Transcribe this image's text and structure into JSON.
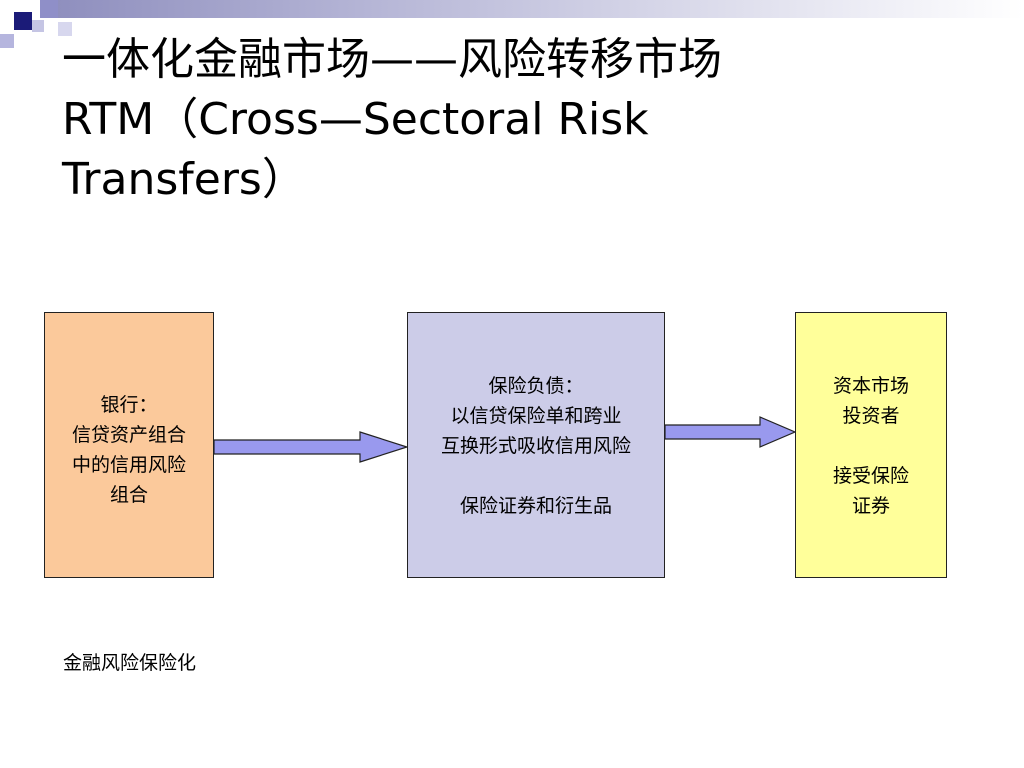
{
  "slide": {
    "title_line1": "一体化金融市场——风险转移市场",
    "title_line2": "RTM（Cross—Sectoral Risk",
    "title_line3": "Transfers）"
  },
  "diagram": {
    "bank_box": {
      "lines": [
        "银行：",
        "信贷资产组合",
        "中的信用风险",
        "组合"
      ],
      "color": "#FBC99B"
    },
    "insurance_box": {
      "lines": [
        "保险负债：",
        "以信贷保险单和跨业",
        "互换形式吸收信用风险"
      ],
      "extra": "保险证券和衍生品",
      "color": "#CCCCE8"
    },
    "capital_box": {
      "lines": [
        "资本市场",
        "投资者"
      ],
      "extra_lines": [
        "接受保险",
        "证券"
      ],
      "color": "#FFFF9A"
    },
    "arrow_color": "#9999EE"
  },
  "footnote": "金融风险保险化"
}
